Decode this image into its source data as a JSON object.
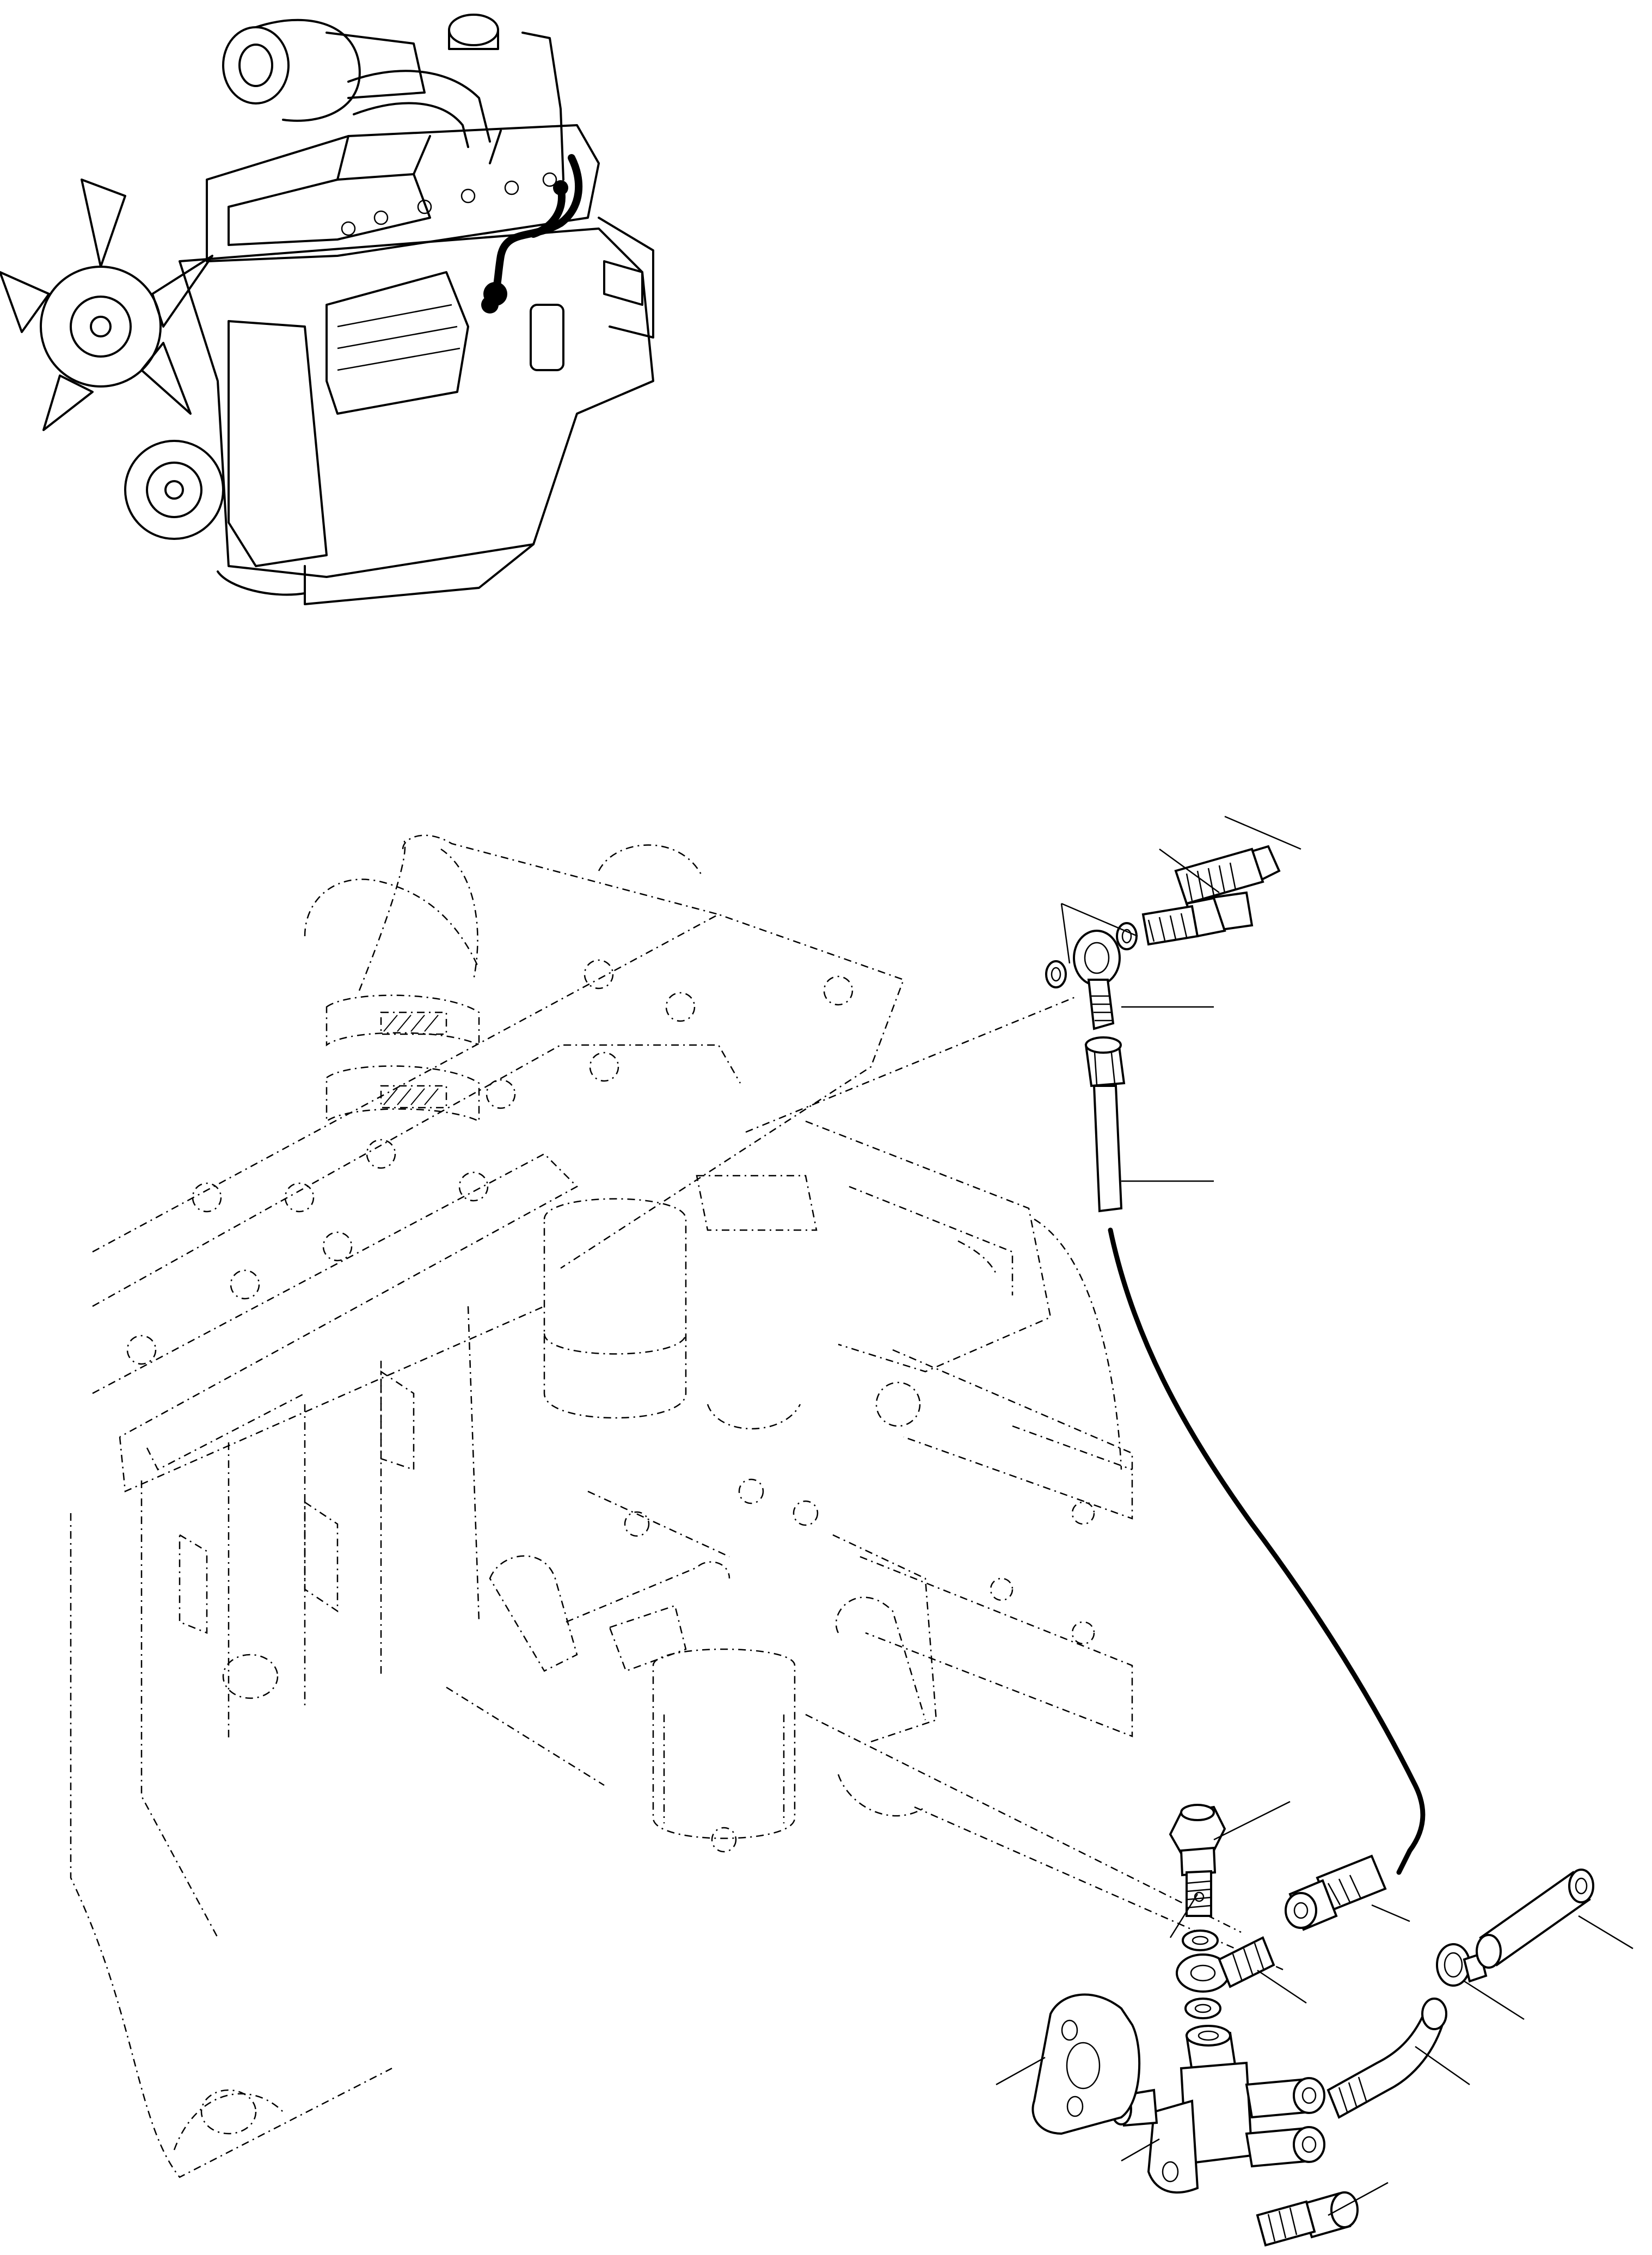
{
  "figure": {
    "callouts": [
      {
        "id": "leader-1"
      },
      {
        "id": "leader-2"
      },
      {
        "id": "leader-3"
      },
      {
        "id": "leader-4"
      },
      {
        "id": "leader-5"
      },
      {
        "id": "leader-6"
      },
      {
        "id": "leader-7"
      },
      {
        "id": "leader-8"
      },
      {
        "id": "leader-9"
      },
      {
        "id": "leader-10"
      },
      {
        "id": "leader-11"
      },
      {
        "id": "leader-12"
      },
      {
        "id": "leader-13"
      },
      {
        "id": "leader-14"
      },
      {
        "id": "leader-15"
      }
    ]
  }
}
